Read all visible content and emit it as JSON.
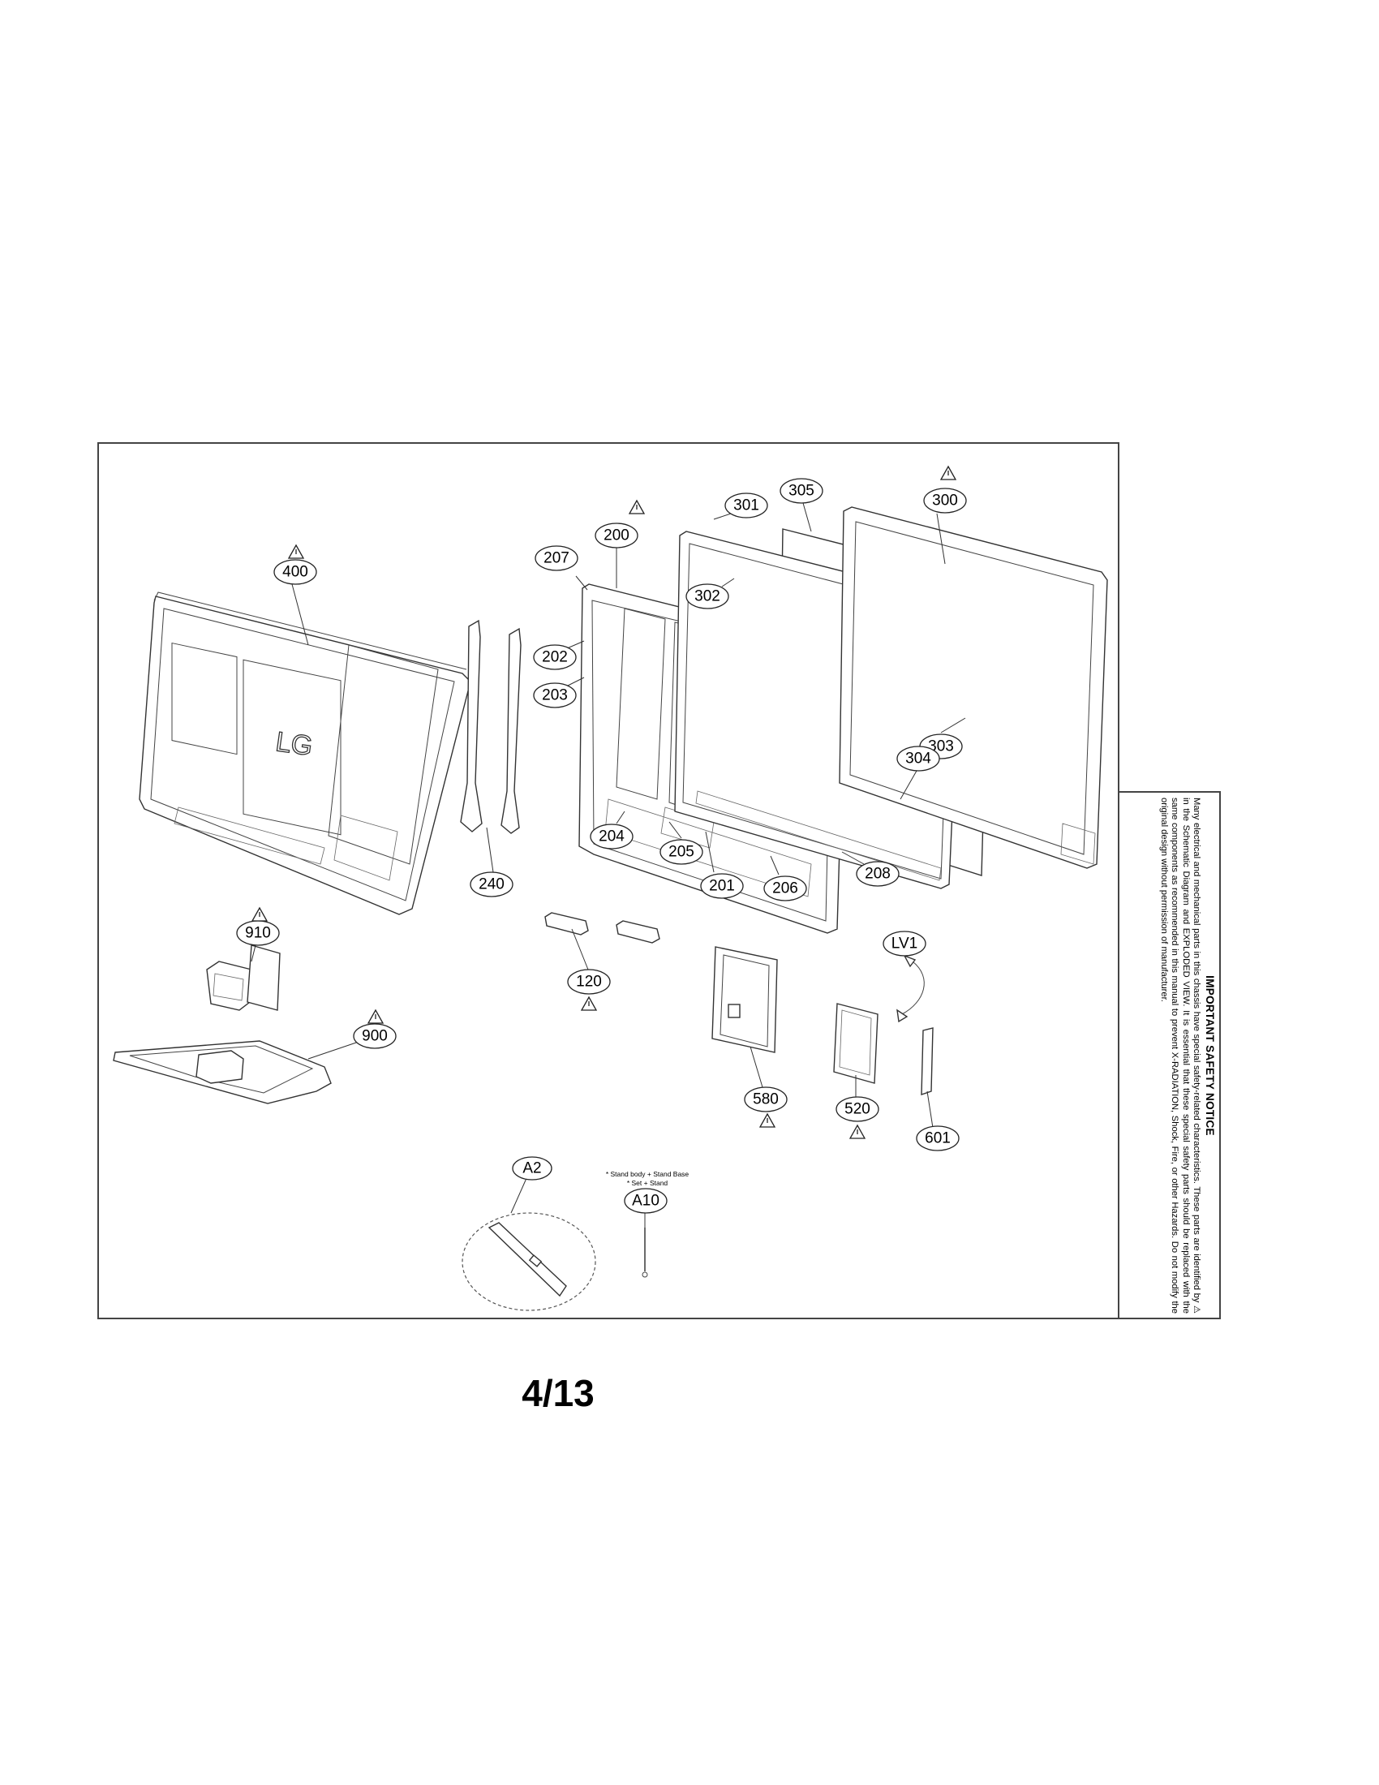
{
  "callouts": {
    "c400": "400",
    "c240": "240",
    "c207": "207",
    "c200": "200",
    "c202": "202",
    "c203": "203",
    "c204": "204",
    "c205": "205",
    "c201": "201",
    "c206": "206",
    "c208": "208",
    "c301": "301",
    "c302": "302",
    "c305": "305",
    "c300": "300",
    "c303": "303",
    "c304": "304",
    "c910": "910",
    "c900": "900",
    "c120": "120",
    "c580": "580",
    "c520": "520",
    "c601": "601",
    "cLV1": "LV1",
    "cA2": "A2",
    "cA10": "A10"
  },
  "logo_text": "LG",
  "stand_note": {
    "line1": "* Stand body + Stand Base",
    "line2": "* Set + Stand"
  },
  "safety_notice": {
    "title": "IMPORTANT SAFETY NOTICE",
    "body": "Many electrical and mechanical parts in this chassis have special safety-related characteristics. These parts are identified by ⚠ in the Schematic Diagram and EXPLODED VIEW. It is essential that these special safety parts should be replaced with the same components as recommended in this manual to prevent X-RADIATION, Shock, Fire, or other Hazards. Do not modify the original design without permission of manufacturer."
  },
  "page_number": "4/13",
  "icons": {
    "warning": "warning-triangle-icon"
  }
}
